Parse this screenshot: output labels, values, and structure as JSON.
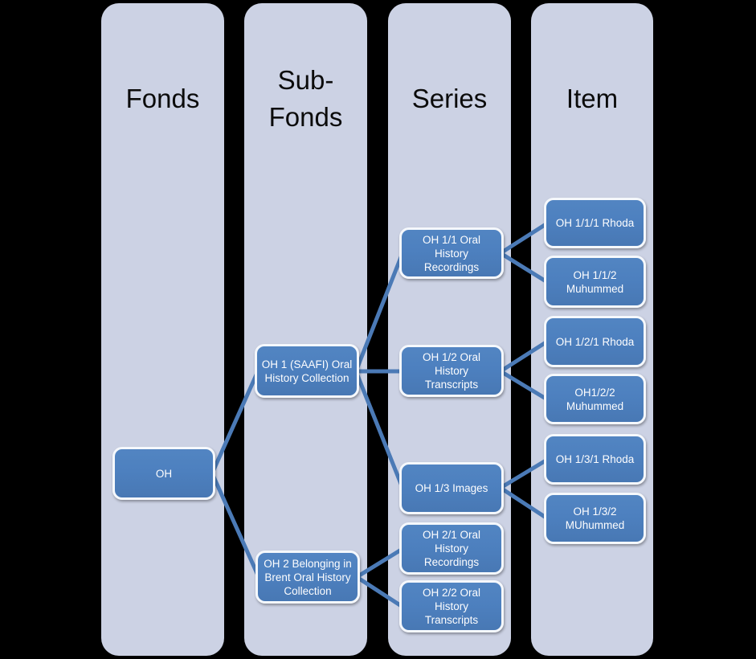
{
  "diagram": {
    "type": "hierarchy",
    "background_color": "#000000",
    "colors": {
      "column_fill": "#ccd2e4",
      "header_text": "#0b0b0b",
      "node_fill": "#4d80bf",
      "node_border": "#f5f8fc",
      "node_text": "#fdfdfe",
      "connector": "#4b7ab6"
    },
    "columns": [
      {
        "header": "Fonds",
        "nodes": [
          {
            "id": "oh",
            "label": "OH"
          }
        ]
      },
      {
        "header": "Sub-Fonds",
        "nodes": [
          {
            "id": "oh1",
            "label": "OH 1 (SAAFI) Oral History Collection"
          },
          {
            "id": "oh2",
            "label": "OH 2 Belonging in Brent Oral History Collection"
          }
        ]
      },
      {
        "header": "Series",
        "nodes": [
          {
            "id": "oh1-1",
            "label": "OH 1/1 Oral History Recordings"
          },
          {
            "id": "oh1-2",
            "label": "OH 1/2 Oral History Transcripts"
          },
          {
            "id": "oh1-3",
            "label": "OH 1/3 Images"
          },
          {
            "id": "oh2-1",
            "label": "OH 2/1 Oral History Recordings"
          },
          {
            "id": "oh2-2",
            "label": "OH 2/2 Oral History Transcripts"
          }
        ]
      },
      {
        "header": "Item",
        "nodes": [
          {
            "id": "oh1-1-1",
            "label": "OH 1/1/1 Rhoda"
          },
          {
            "id": "oh1-1-2",
            "label": "OH 1/1/2 Muhummed"
          },
          {
            "id": "oh1-2-1",
            "label": "OH 1/2/1 Rhoda"
          },
          {
            "id": "oh1-2-2",
            "label": "OH1/2/2 Muhummed"
          },
          {
            "id": "oh1-3-1",
            "label": "OH 1/3/1 Rhoda"
          },
          {
            "id": "oh1-3-2",
            "label": "OH 1/3/2 MUhummed"
          }
        ]
      }
    ],
    "edges": [
      {
        "from": "oh",
        "to": "oh1"
      },
      {
        "from": "oh",
        "to": "oh2"
      },
      {
        "from": "oh1",
        "to": "oh1-1"
      },
      {
        "from": "oh1",
        "to": "oh1-2"
      },
      {
        "from": "oh1",
        "to": "oh1-3"
      },
      {
        "from": "oh2",
        "to": "oh2-1"
      },
      {
        "from": "oh2",
        "to": "oh2-2"
      },
      {
        "from": "oh1-1",
        "to": "oh1-1-1"
      },
      {
        "from": "oh1-1",
        "to": "oh1-1-2"
      },
      {
        "from": "oh1-2",
        "to": "oh1-2-1"
      },
      {
        "from": "oh1-2",
        "to": "oh1-2-2"
      },
      {
        "from": "oh1-3",
        "to": "oh1-3-1"
      },
      {
        "from": "oh1-3",
        "to": "oh1-3-2"
      }
    ]
  }
}
